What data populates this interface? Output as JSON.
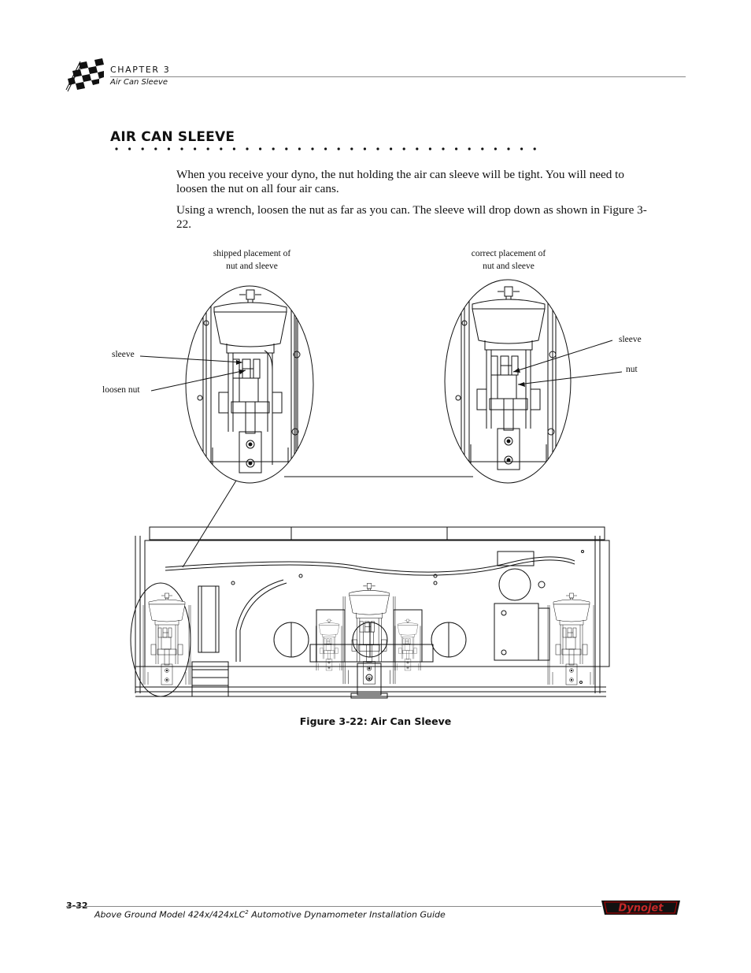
{
  "header": {
    "chapter": "CHAPTER 3",
    "section": "Air Can Sleeve"
  },
  "main": {
    "title": "AIR CAN SLEEVE",
    "paragraphs": [
      "When you receive your dyno, the nut holding the air can sleeve will be tight. You will need to loosen the nut on all four air cans.",
      "Using a wrench, loosen the nut as far as you can. The sleeve will drop down as shown in Figure 3-22."
    ]
  },
  "figure": {
    "label_shipped_1": "shipped placement of",
    "label_shipped_2": "nut and sleeve",
    "label_correct_1": "correct placement of",
    "label_correct_2": "nut and sleeve",
    "label_sleeve_left": "sleeve",
    "label_loosen_nut": "loosen nut",
    "label_sleeve_right": "sleeve",
    "label_nut": "nut",
    "caption": "Figure 3-22: Air Can Sleeve"
  },
  "footer": {
    "page_number": "3-32",
    "text_before": "Above Ground Model 424x/424xLC",
    "superscript": "2",
    "text_after": " Automotive Dynamometer Installation Guide",
    "logo_text": "Dynojet"
  }
}
